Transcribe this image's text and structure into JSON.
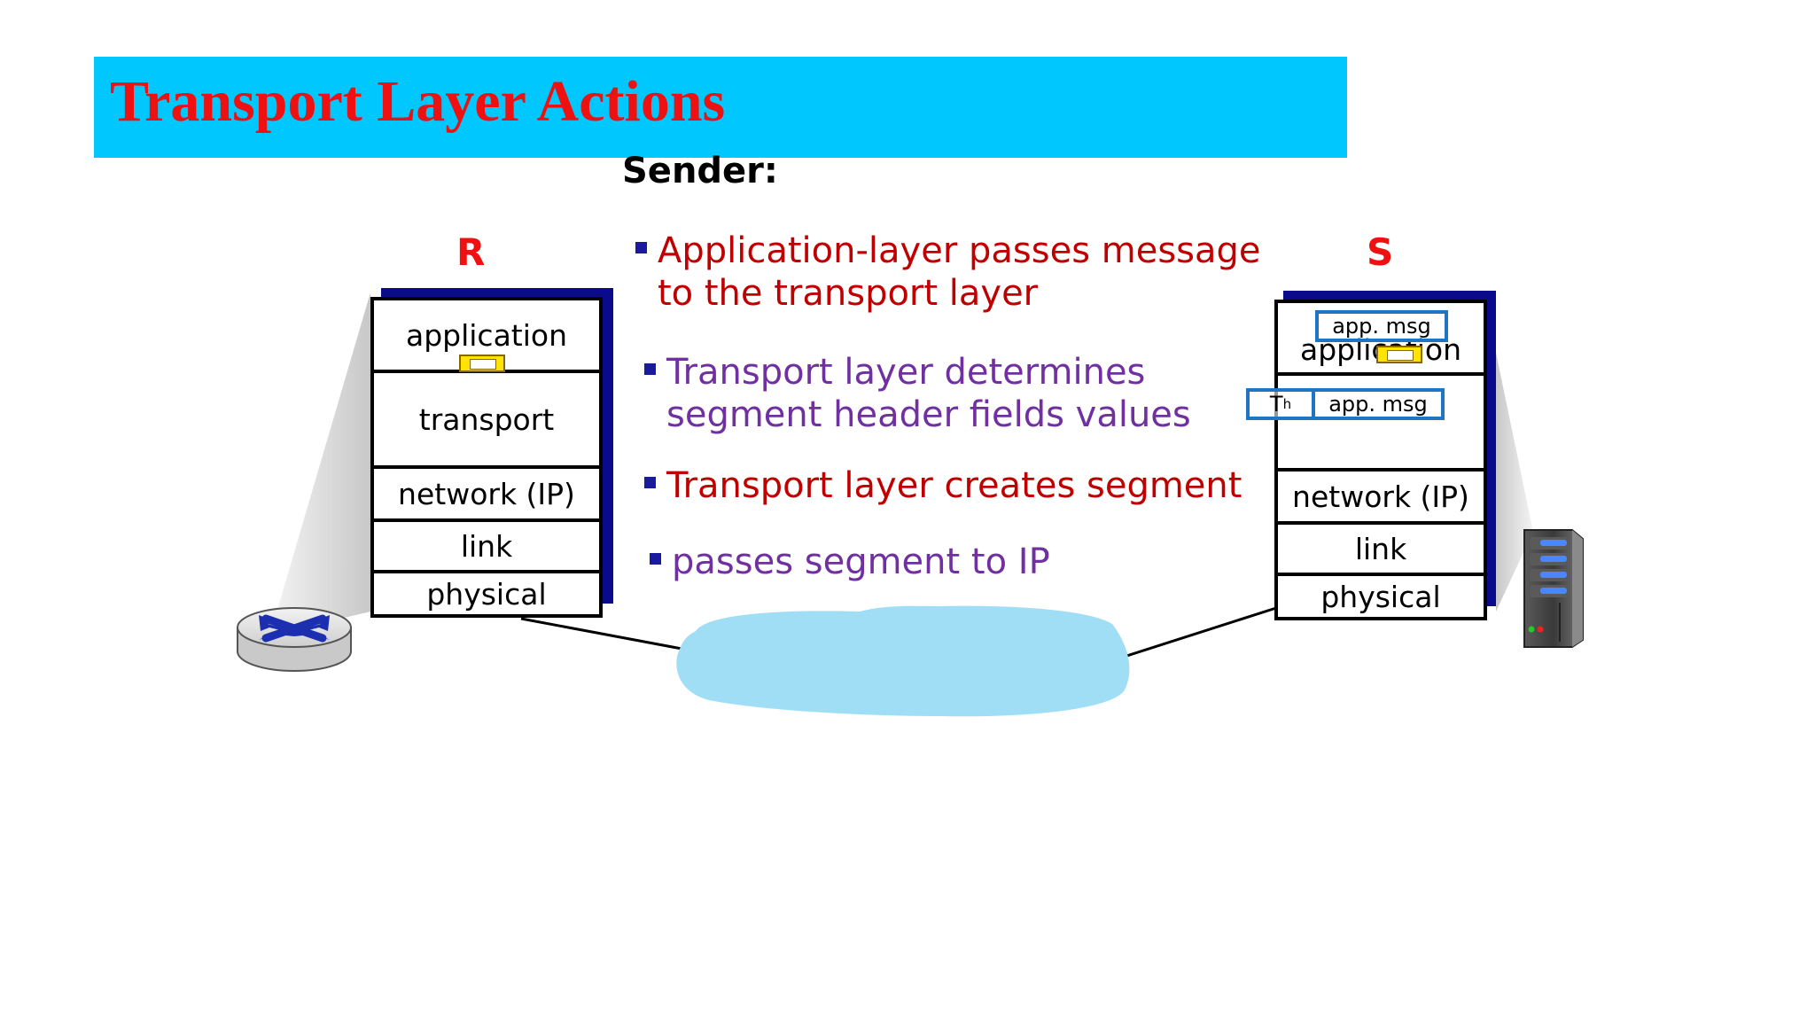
{
  "title": "Transport Layer Actions",
  "sender_heading": "Sender:",
  "hosts": {
    "receiver": "R",
    "sender": "S"
  },
  "bullets": [
    "Application-layer  passes  message\nto the transport layer",
    "Transport    layer    determines\nsegment header fields values",
    "Transport layer creates segment",
    "passes segment to IP"
  ],
  "receiver_stack": [
    "application",
    "transport",
    "network (IP)",
    "link",
    "physical"
  ],
  "sender_stack": [
    "application",
    "",
    "network (IP)",
    "link",
    "physical"
  ],
  "segment": {
    "header": "T",
    "header_sub": "h",
    "payload": "app. msg"
  },
  "message": "app. msg",
  "colors": {
    "title_bar": "#00c8ff",
    "title_text": "#ee1111",
    "bullet_red": "#c00000",
    "bullet_purple": "#7030a0",
    "stack_shadow": "#0a0a8a",
    "cloud": "#a0def6",
    "msg_border": "#1f75c4"
  },
  "icons": {
    "router": "router-icon",
    "server": "server-icon",
    "network": "network-cloud"
  }
}
